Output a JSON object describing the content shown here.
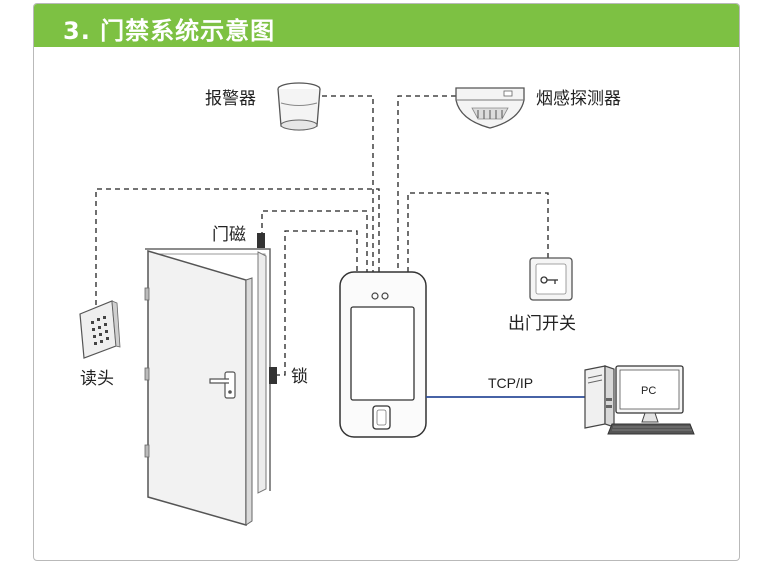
{
  "title": "3. 门禁系统示意图",
  "labels": {
    "alarm": "报警器",
    "smoke": "烟感探测器",
    "door_sensor": "门磁",
    "reader": "读头",
    "lock": "锁",
    "exit_button": "出门开关",
    "network": "TCP/IP",
    "pc": "PC"
  },
  "colors": {
    "banner": "#7dc143",
    "network_line": "#2d4d9a",
    "wire": "#222222"
  }
}
